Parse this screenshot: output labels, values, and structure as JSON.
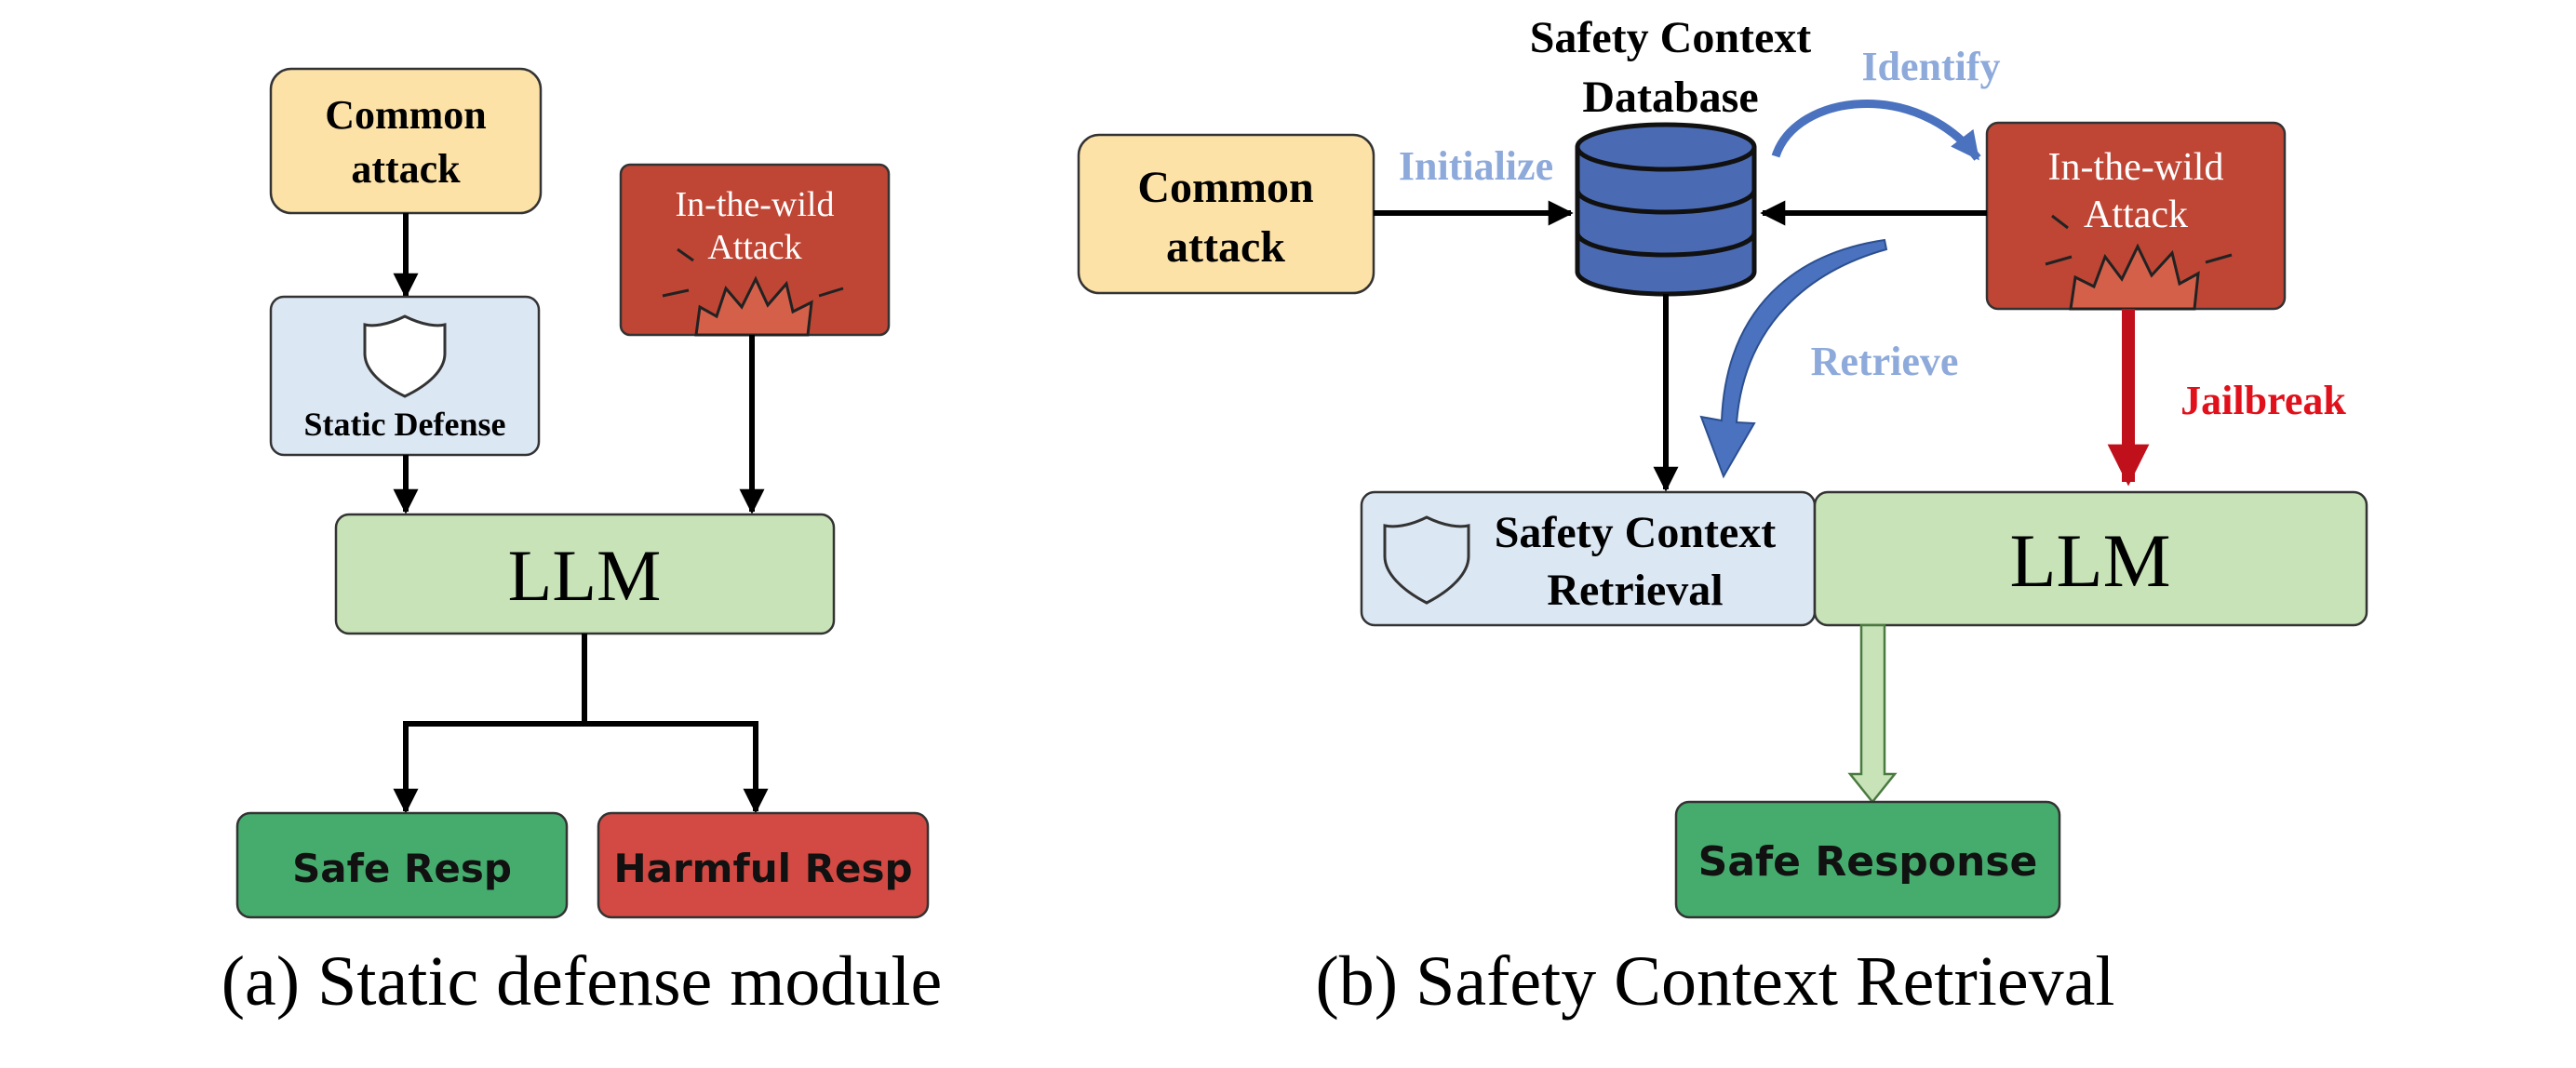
{
  "colors": {
    "common_attack_fill": "#FDE2A8",
    "defense_fill": "#DCE7F4",
    "wild_attack_fill": "#BF4635",
    "llm_fill": "#C8E3B8",
    "safe_fill": "#46AC6E",
    "harmful_fill": "#D24A43",
    "database_fill": "#4A6BB4",
    "blue_arrow": "#4A72BF",
    "blue_label": "#8EAADB",
    "jailbreak_red": "#E0111B",
    "jailbreak_arrow": "#C0101C",
    "burst_fill": "#D5604A",
    "response_arrow_fill": "#C8E3B8"
  },
  "icons": {
    "shield": "shield-icon",
    "database": "database-icon",
    "burst": "explosion-burst-icon"
  },
  "panel_a": {
    "common_attack_line1": "Common",
    "common_attack_line2": "attack",
    "static_defense_label": "Static Defense",
    "wild_attack_line1": "In-the-wild",
    "wild_attack_line2": "Attack",
    "llm_label": "LLM",
    "safe_resp_label": "Safe Resp",
    "harmful_resp_label": "Harmful Resp",
    "caption": "(a) Static defense module"
  },
  "panel_b": {
    "database_line1": "Safety Context",
    "database_line2": "Database",
    "identify_label": "Identify",
    "initialize_label": "Initialize",
    "common_attack_line1": "Common",
    "common_attack_line2": "attack",
    "wild_attack_line1": "In-the-wild",
    "wild_attack_line2": "Attack",
    "retrieve_label": "Retrieve",
    "jailbreak_label": "Jailbreak",
    "retrieval_line1": "Safety Context",
    "retrieval_line2": "Retrieval",
    "llm_label": "LLM",
    "safe_response_label": "Safe Response",
    "caption": "(b) Safety Context Retrieval"
  }
}
